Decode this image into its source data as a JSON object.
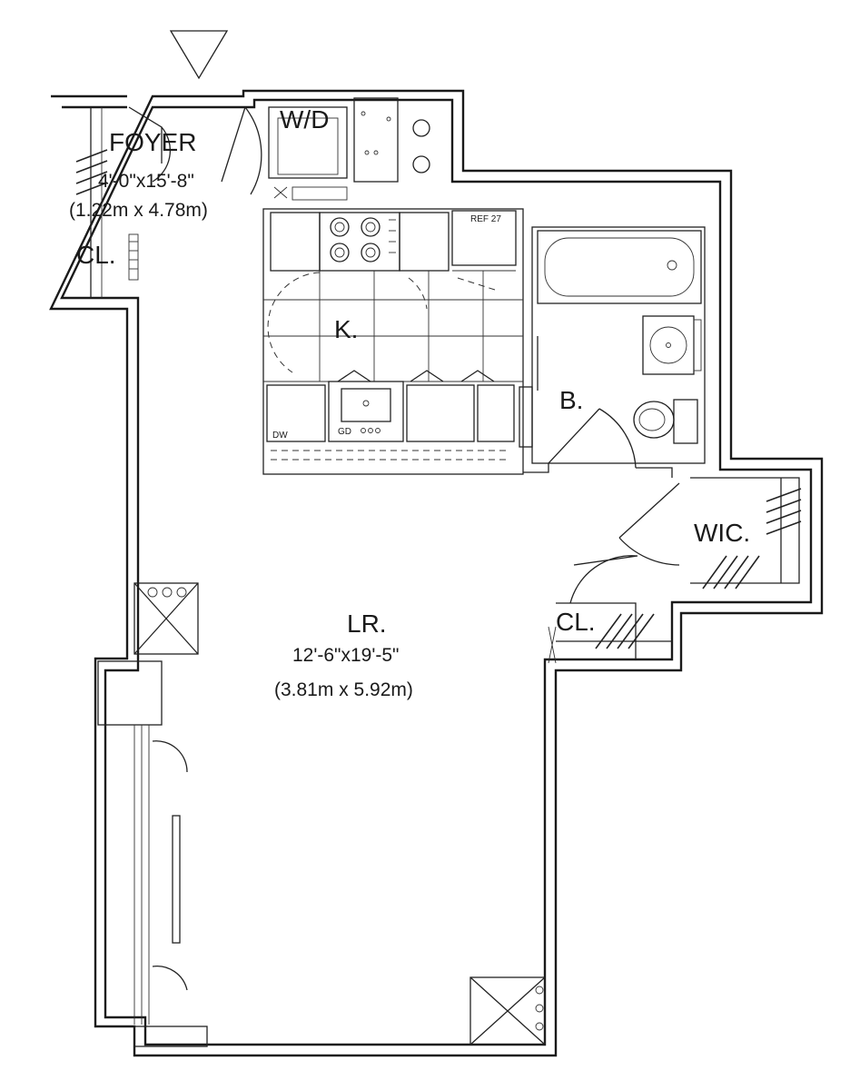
{
  "rooms": {
    "foyer": {
      "name": "FOYER",
      "dim_imperial": "4'-0\"x15'-8\"",
      "dim_metric": "(1.22m x 4.78m)"
    },
    "foyer_closet": {
      "name": "CL."
    },
    "washer_dryer": {
      "name": "W/D"
    },
    "refrigerator": {
      "name": "REF 27"
    },
    "kitchen": {
      "name": "K."
    },
    "dishwasher": {
      "name": "DW"
    },
    "garbage_disposal": {
      "name": "GD"
    },
    "bath": {
      "name": "B."
    },
    "walk_in_closet": {
      "name": "WIC."
    },
    "living_room": {
      "name": "LR.",
      "dim_imperial": "12'-6\"x19'-5\"",
      "dim_metric": "(3.81m x 5.92m)"
    },
    "lr_closet": {
      "name": "CL."
    }
  }
}
